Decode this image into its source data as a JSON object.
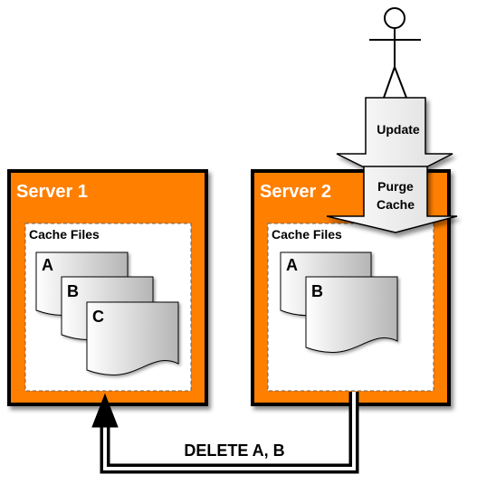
{
  "servers": [
    {
      "title": "Server 1",
      "cache_label": "Cache Files",
      "files": [
        "A",
        "B",
        "C"
      ]
    },
    {
      "title": "Server 2",
      "cache_label": "Cache Files",
      "files": [
        "A",
        "B"
      ]
    }
  ],
  "actions": {
    "update_label": "Update",
    "purge_line1": "Purge",
    "purge_line2": "Cache",
    "delete_label": "DELETE A, B"
  },
  "colors": {
    "server_fill": "#ff7f00",
    "server_border": "#000000",
    "cache_panel": "#ffffff",
    "file_gradient_light": "#ffffff",
    "file_gradient_dark": "#b8b8b8"
  }
}
